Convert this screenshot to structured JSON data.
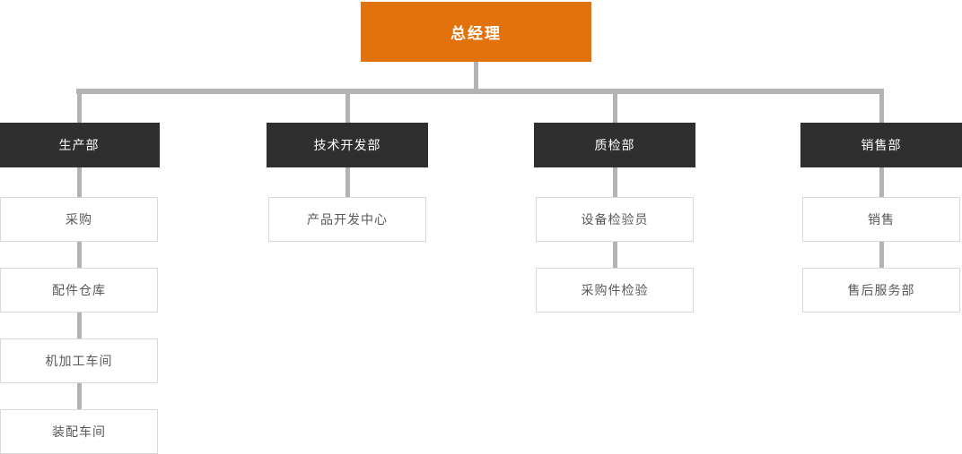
{
  "chart": {
    "root": {
      "label": "总经理"
    },
    "departments": [
      {
        "label": "生产部",
        "children": [
          {
            "label": "采购"
          },
          {
            "label": "配件仓库"
          },
          {
            "label": "机加工车间"
          },
          {
            "label": "装配车间"
          }
        ]
      },
      {
        "label": "技术开发部",
        "children": [
          {
            "label": "产品开发中心"
          }
        ]
      },
      {
        "label": "质检部",
        "children": [
          {
            "label": "设备检验员"
          },
          {
            "label": "采购件检验"
          }
        ]
      },
      {
        "label": "销售部",
        "children": [
          {
            "label": "销售"
          },
          {
            "label": "售后服务部"
          }
        ]
      }
    ],
    "colors": {
      "root_bg": "#e2720c",
      "dept_bg": "#2f2f2f",
      "connector": "#b3b3b3",
      "child_border": "#d9d9d9",
      "child_text": "#595959"
    }
  }
}
